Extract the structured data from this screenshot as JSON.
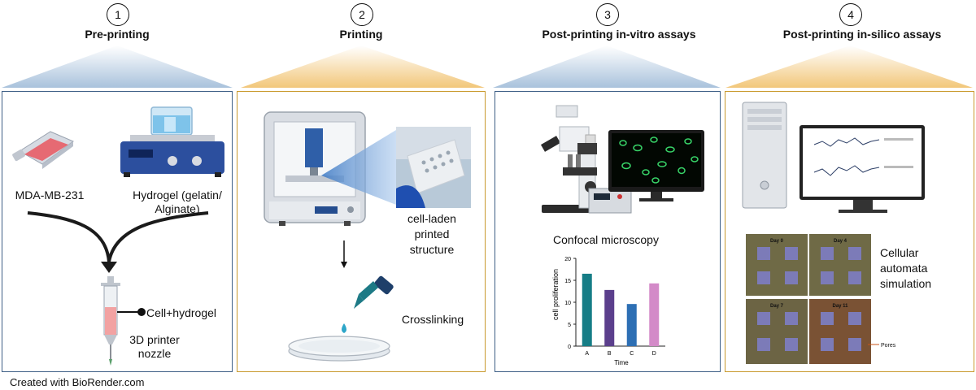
{
  "steps": [
    {
      "number": "1",
      "title": "Pre-printing"
    },
    {
      "number": "2",
      "title": "Printing"
    },
    {
      "number": "3",
      "title": "Post-printing in-vitro assays"
    },
    {
      "number": "4",
      "title": "Post-printing in-silico assays"
    }
  ],
  "panel1": {
    "cell_line": "MDA-MB-231",
    "hydrogel": "Hydrogel (gelatin/ Alginate)",
    "mixture": "Cell+hydrogel",
    "nozzle": "3D printer nozzle"
  },
  "panel2": {
    "structure": "cell-laden printed structure",
    "crosslinking": "Crosslinking"
  },
  "panel3": {
    "microscopy": "Confocal microscopy"
  },
  "panel4": {
    "simulation": "Cellular automata simulation",
    "sim_days": [
      "Day 0",
      "Day 4",
      "Day 7",
      "Day 11"
    ],
    "pores_label": "Pores"
  },
  "chart_data": {
    "type": "bar",
    "categories": [
      "A",
      "B",
      "C",
      "D"
    ],
    "values": [
      16.5,
      12.8,
      9.6,
      14.3
    ],
    "colors": [
      "#167d86",
      "#5b3f8c",
      "#2d6fb4",
      "#d38ac8"
    ],
    "xlabel": "Time",
    "ylabel": "cell proliferation",
    "yticks": [
      0,
      5,
      10,
      15,
      20
    ],
    "ylim": [
      0,
      20
    ]
  },
  "credit": "Created with BioRender.com",
  "colors": {
    "blue_border": "#3e5f86",
    "gold_border": "#c99a2e",
    "blue_fan": "#a9c2dc",
    "gold_fan": "#f2c77a"
  }
}
